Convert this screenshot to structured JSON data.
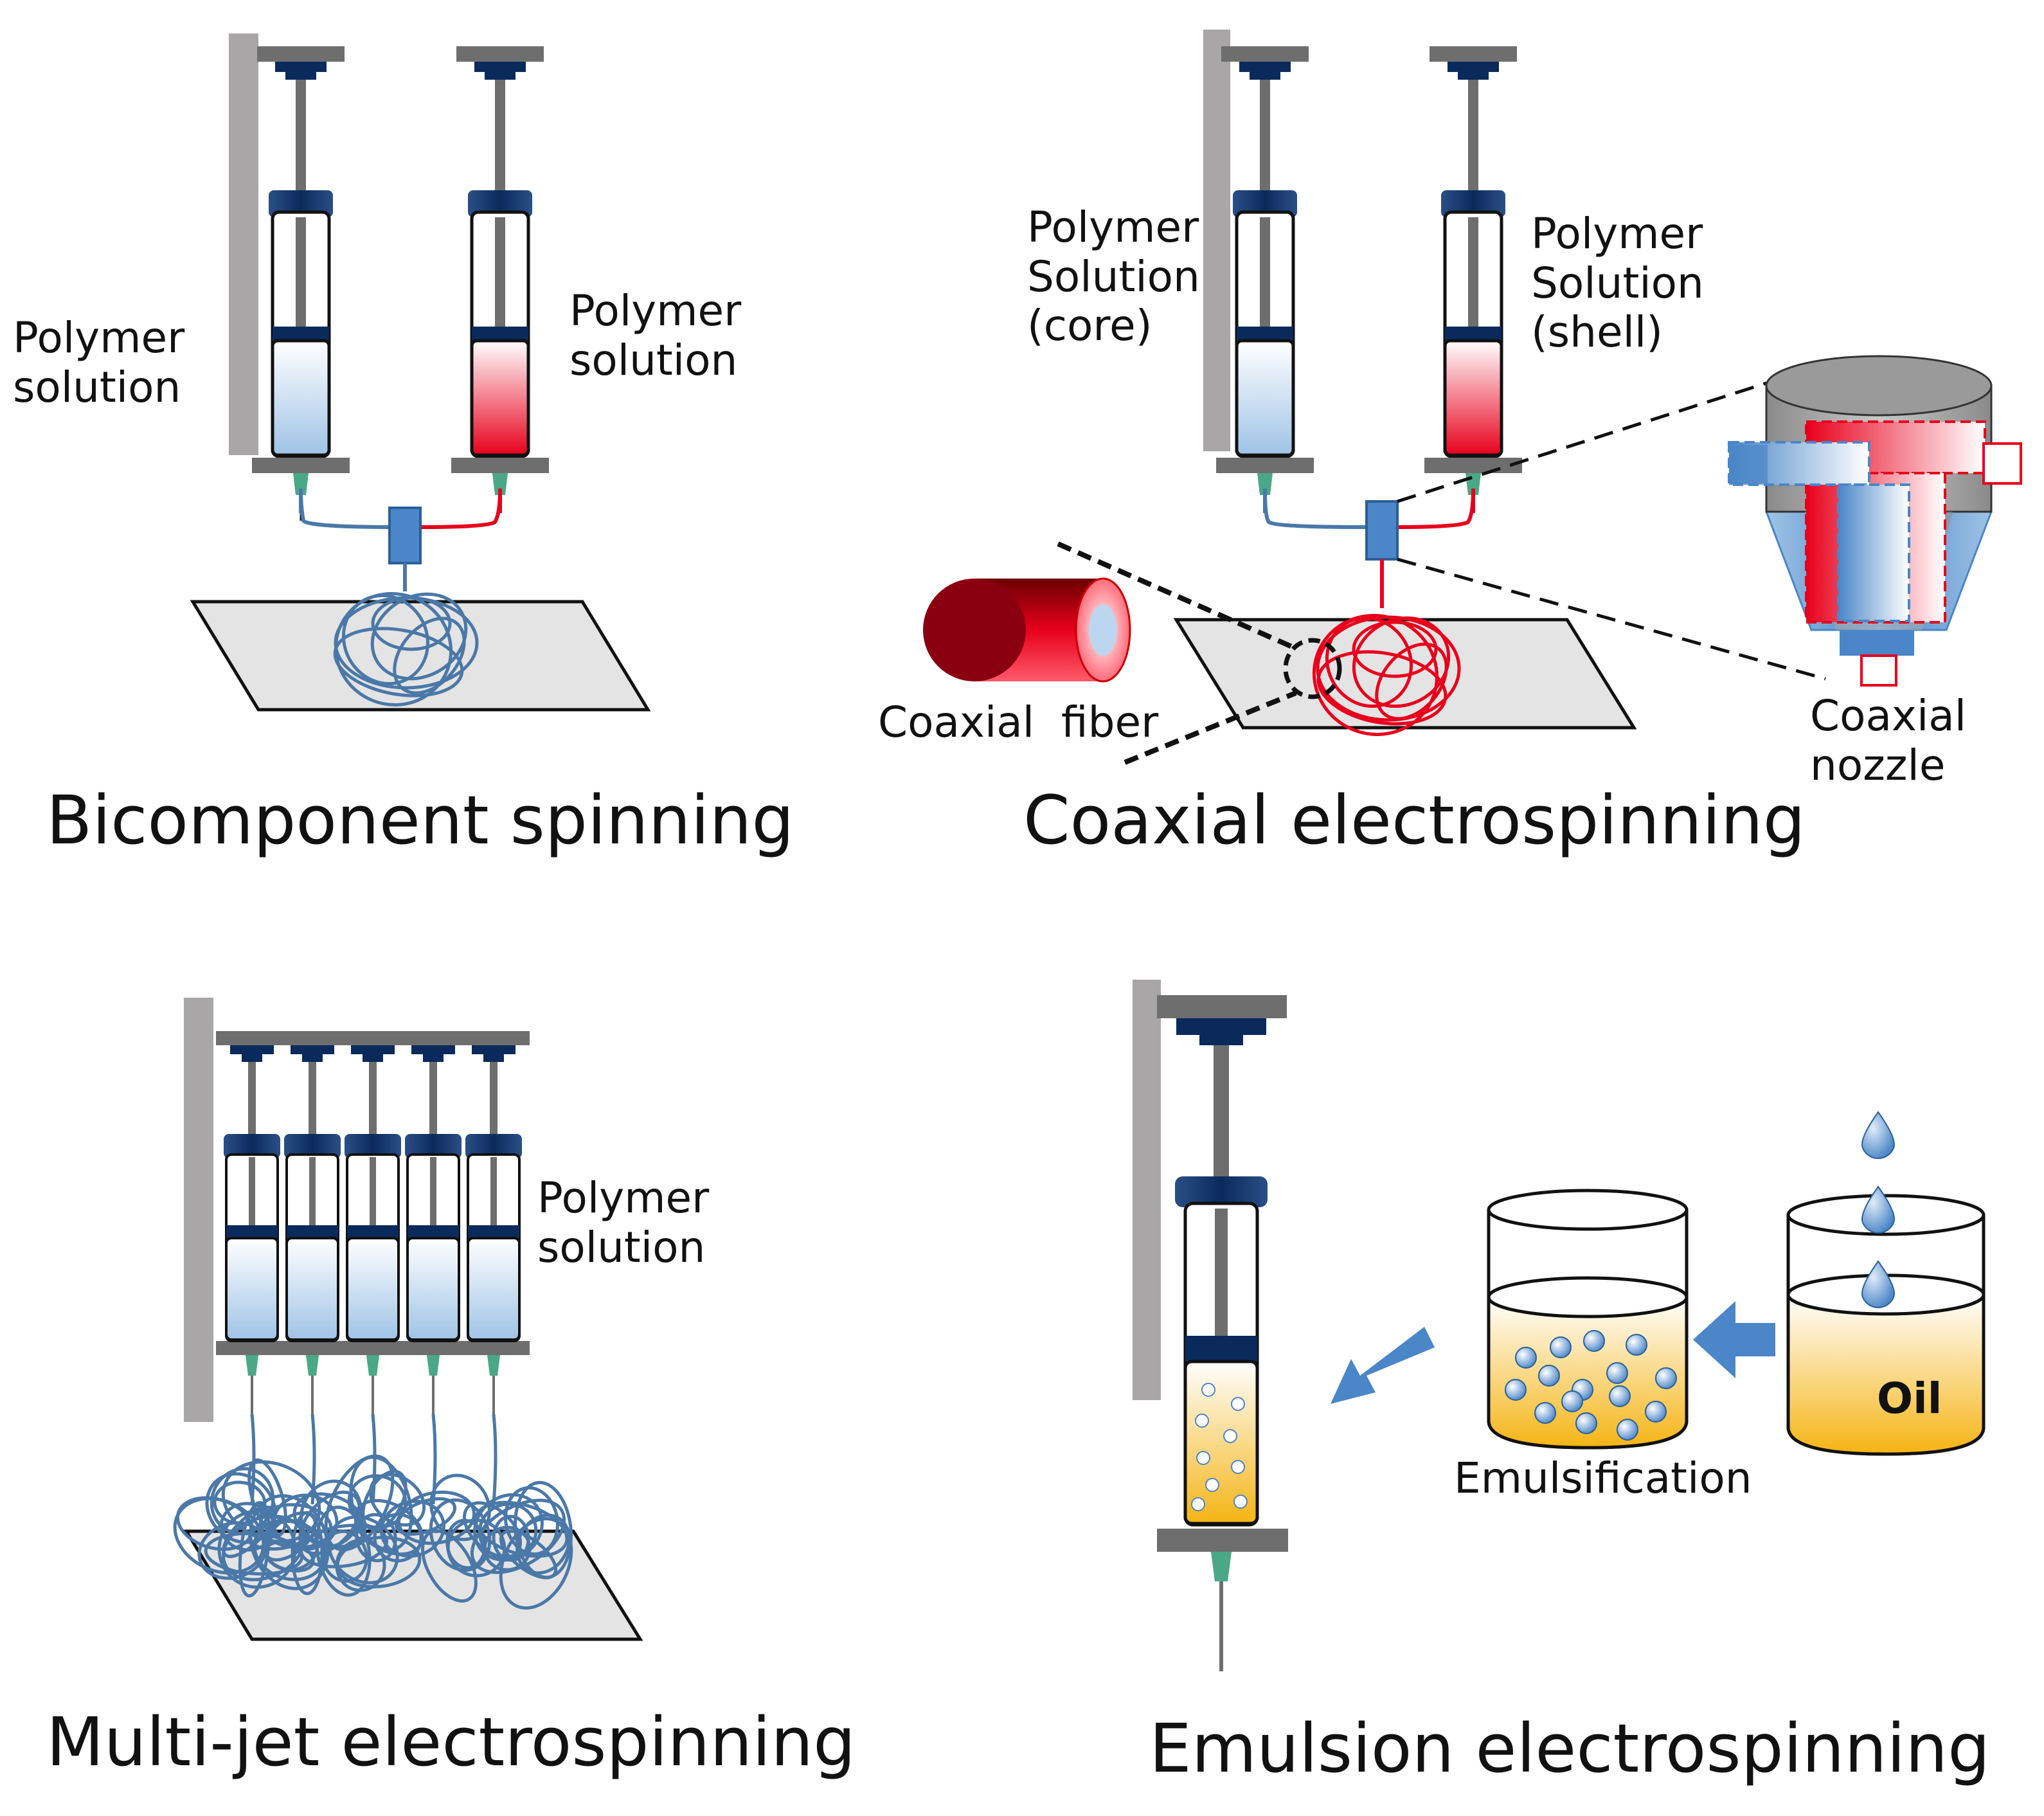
{
  "panels": {
    "bicomponent": {
      "title": "Bicomponent spinning",
      "left_label": "Polymer\nsolution",
      "right_label": "Polymer\nsolution"
    },
    "coaxial": {
      "title": "Coaxial electrospinning",
      "core_label": "Polymer\nSolution\n(core)",
      "shell_label": "Polymer\nSolution\n(shell)",
      "fiber_label": "Coaxial  fiber",
      "nozzle_label": "Coaxial\nnozzle"
    },
    "multijet": {
      "title": "Multi-jet electrospinning",
      "label": "Polymer\nsolution"
    },
    "emulsion": {
      "title": "Emulsion electrospinning",
      "emulsification_label": "Emulsification",
      "oil_label": "Oil"
    }
  },
  "colors": {
    "core_blue": "#9fc3e6",
    "shell_red": "#e8001c",
    "fiber_blue": "#4a78a8",
    "oil_yellow": "#f5b414",
    "stand_gray": "#a8a6a6",
    "plunger_navy": "#0b2a5c",
    "needle_green": "#4aa886",
    "arrow_blue": "#4a86c8"
  }
}
